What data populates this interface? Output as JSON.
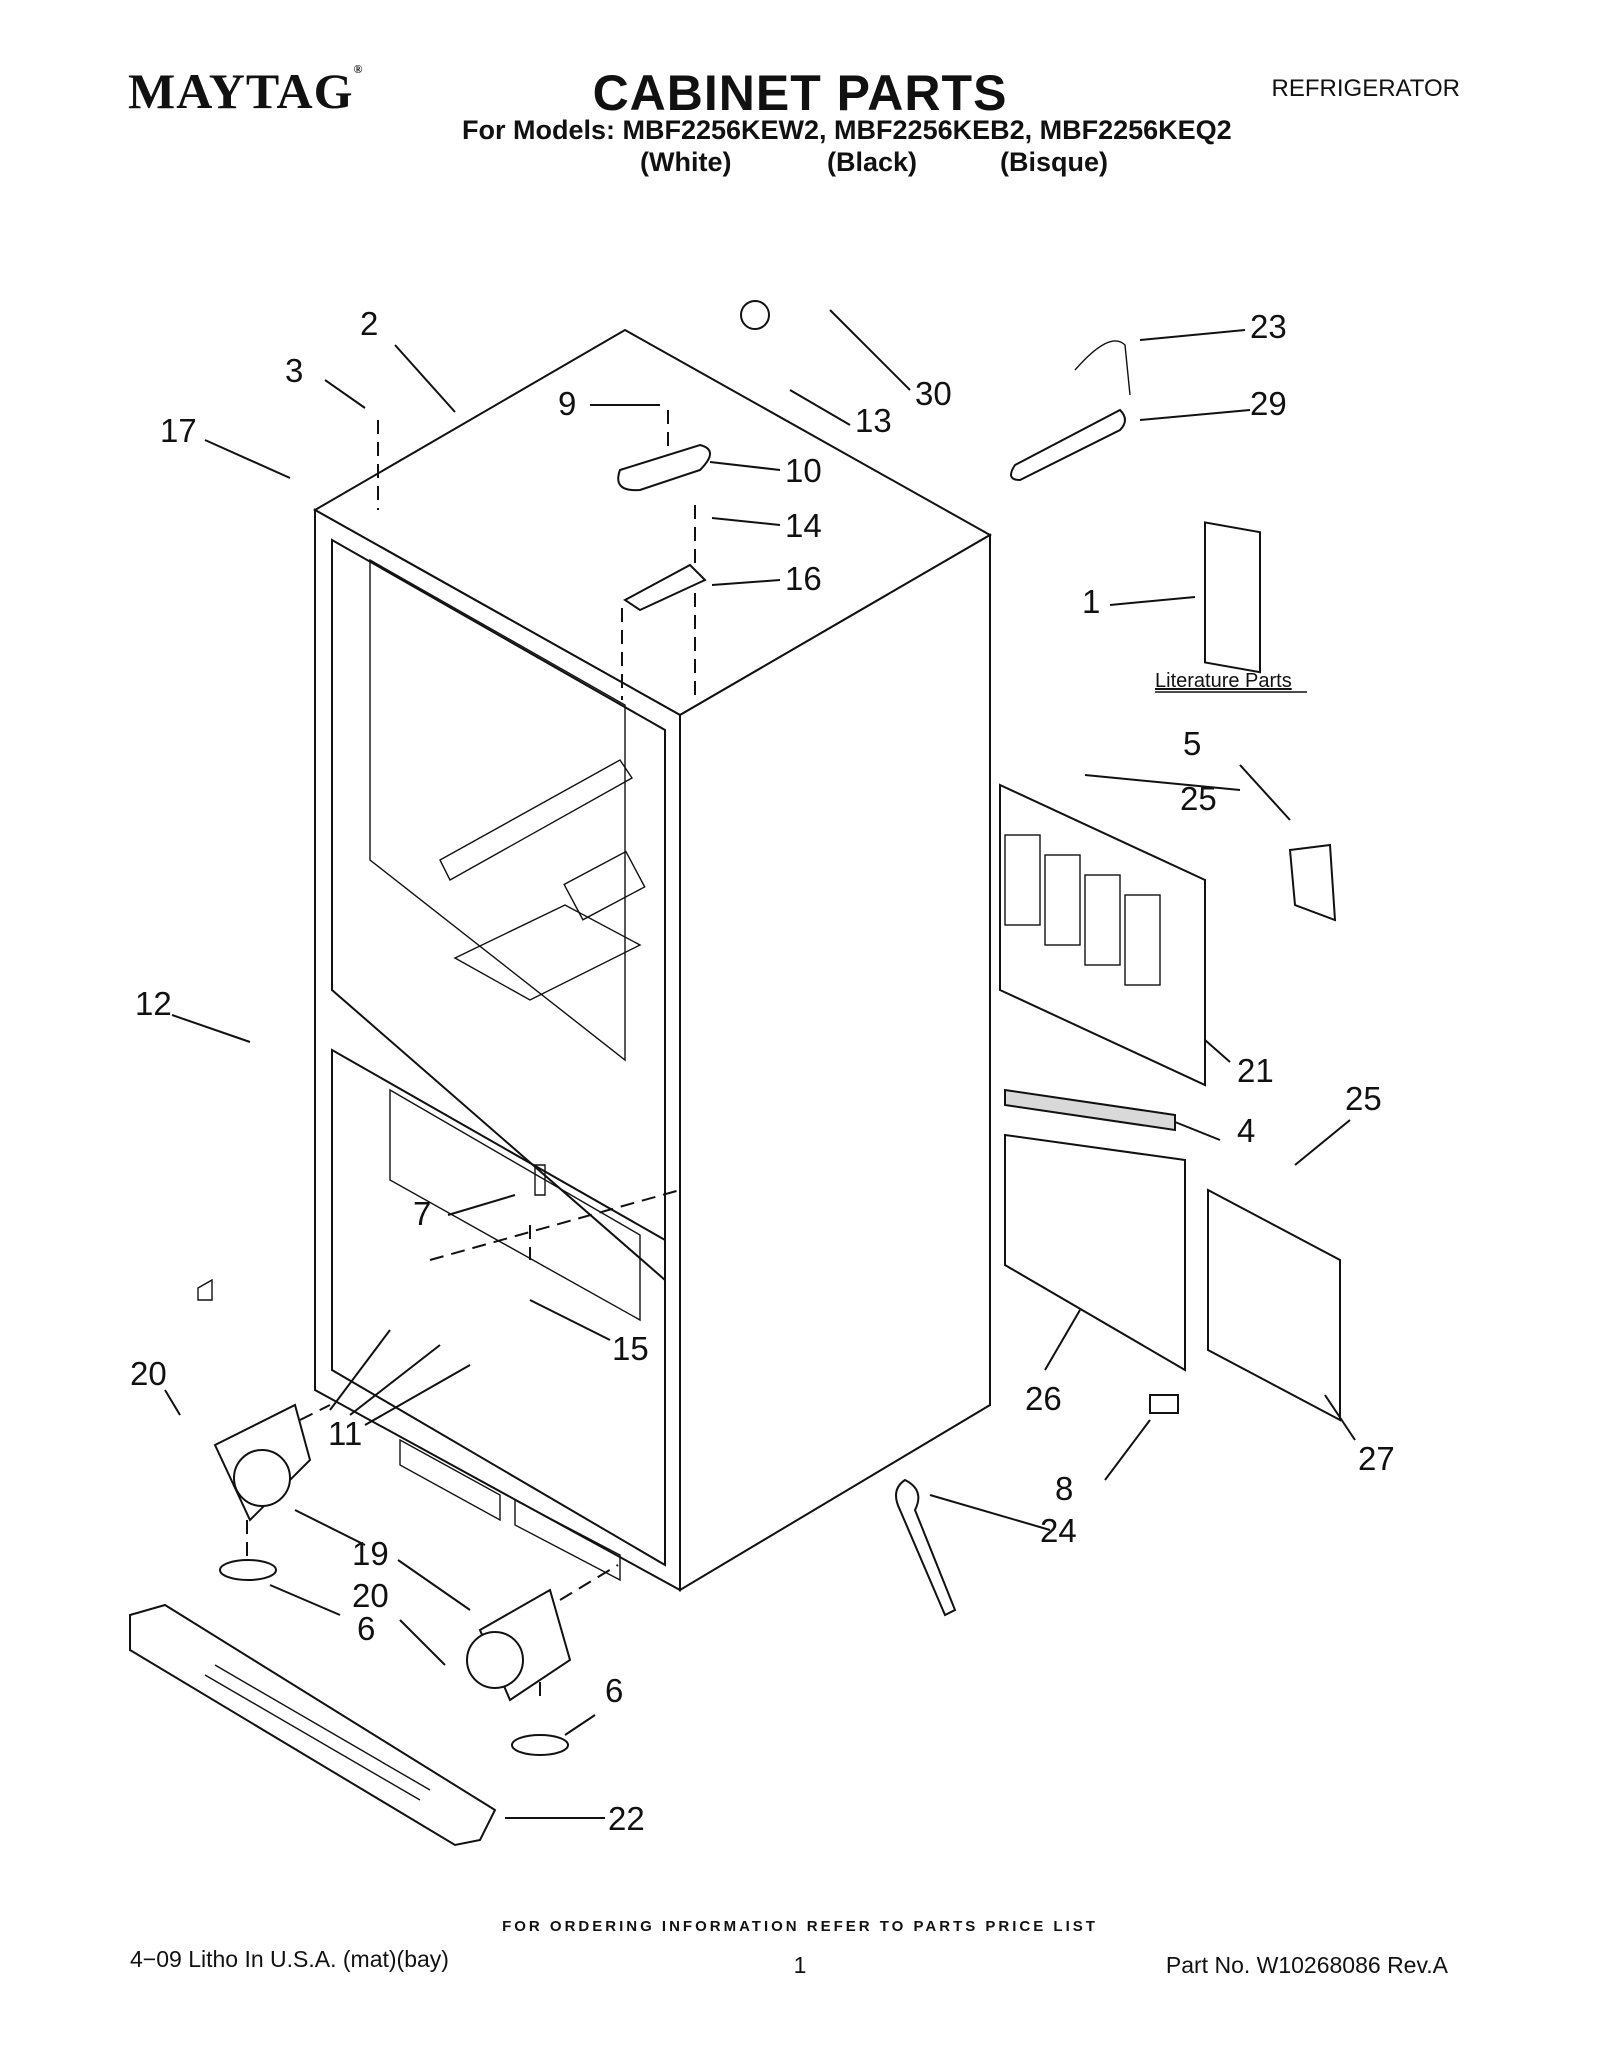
{
  "header": {
    "brand": "MAYTAG",
    "brand_mark": "®",
    "title": "CABINET PARTS",
    "category": "REFRIGERATOR",
    "models_line": "For Models: MBF2256KEW2, MBF2256KEB2, MBF2256KEQ2",
    "colors": [
      "(White)",
      "(Black)",
      "(Bisque)"
    ]
  },
  "diagram": {
    "callouts": [
      "1",
      "2",
      "3",
      "4",
      "5",
      "6",
      "6",
      "7",
      "8",
      "9",
      "10",
      "11",
      "12",
      "13",
      "14",
      "15",
      "16",
      "17",
      "19",
      "20",
      "20",
      "21",
      "22",
      "23",
      "24",
      "25",
      "25",
      "26",
      "27",
      "29",
      "30"
    ],
    "literature_label": "Literature Parts"
  },
  "footer": {
    "ordering_note": "FOR ORDERING INFORMATION REFER TO PARTS PRICE LIST",
    "litho": "4−09 Litho In U.S.A. (mat)(bay)",
    "page": "1",
    "part_no": "Part No. W10268086 Rev.A"
  }
}
